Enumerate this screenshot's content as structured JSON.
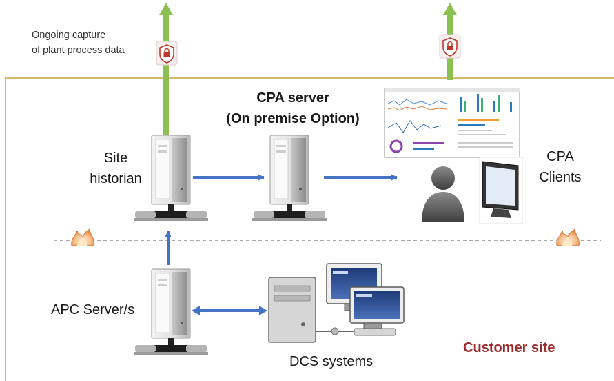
{
  "cloud_note": "Ongoing capture\nof plant process data",
  "cpa_server": {
    "title": "CPA server",
    "subtitle": "(On premise Option)"
  },
  "site_historian": "Site\nhistorian",
  "cpa_clients": "CPA\nClients",
  "apc_server": "APC Server/s",
  "dcs_systems": "DCS systems",
  "customer_site": "Customer site",
  "colors": {
    "site_border": "#d8b86a",
    "uplink_arrow": "#8cc152",
    "flow_arrow": "#4472c4",
    "customer_site_text": "#9e2a2b",
    "firewall_line": "#777777"
  },
  "icons": [
    "lock-shield-icon",
    "server-tower-icon",
    "firewall-flame-icon",
    "user-silhouette-icon",
    "monitor-icon",
    "dashboard-screenshot",
    "dcs-workstation-icon"
  ]
}
